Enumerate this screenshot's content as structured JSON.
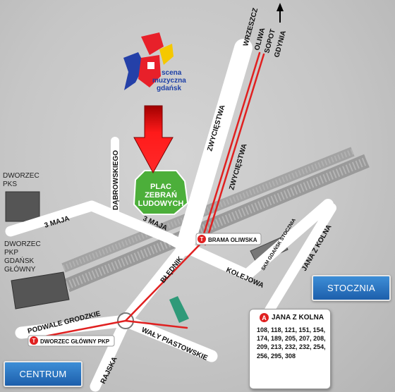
{
  "streets": {
    "wrzeszcz": "WRZESZCZ",
    "oliwa": "OLIWA",
    "sopot": "SOPOT",
    "gdynia": "GDYNIA",
    "zwyciestwa_1": "ZWYCIĘSTWA",
    "zwyciestwa_2": "ZWYCIĘSTWA",
    "dabrowskiego": "DĄBROWSKIEGO",
    "trzeciego_maja_1": "3 MAJA",
    "trzeciego_maja_2": "3 MAJA",
    "jana_z_kolna": "JANA Z KOLNA",
    "kolejowa": "KOLEJOWA",
    "blednik": "BŁĘDNIK",
    "podwale_grodzkie": "PODWALE GRODZKIE",
    "waly_piastowskie": "WAŁY PIASTOWSKIE",
    "rajska": "RAJSKA",
    "skm_gdansk_stocznia": "SKM GDAŃSK STOCZNIA"
  },
  "places": {
    "dworzec_pks": [
      "DWORZEC",
      "PKS"
    ],
    "dworzec_pkp": [
      "DWORZEC",
      "PKP",
      "GDAŃSK",
      "GŁÓWNY"
    ],
    "plac": [
      "PLAC",
      "ZEBRAŃ",
      "LUDOWYCH"
    ]
  },
  "logo": {
    "text": [
      "scena",
      "muzyczna",
      "gdańsk"
    ]
  },
  "tram_stops": {
    "brama_oliwska": "BRAMA OLIWSKA",
    "dworzec_glowny": "DWORZEC GŁÓWNY PKP",
    "icon": "T"
  },
  "buttons": {
    "stocznia": "STOCZNIA",
    "centrum": "CENTRUM"
  },
  "bus_stop": {
    "icon": "A",
    "name": "JANA Z KOLNA",
    "lines": "108, 118, 121, 151, 154, 174, 189, 205, 207, 208, 209, 213, 232, 232, 254, 256, 295, 308"
  },
  "colors": {
    "road": "#ffffff",
    "route": "#e02020",
    "square": "#4caf3a",
    "button": "#2a73c4",
    "building": "#555555",
    "pointer_arrow": "#ee1111"
  }
}
